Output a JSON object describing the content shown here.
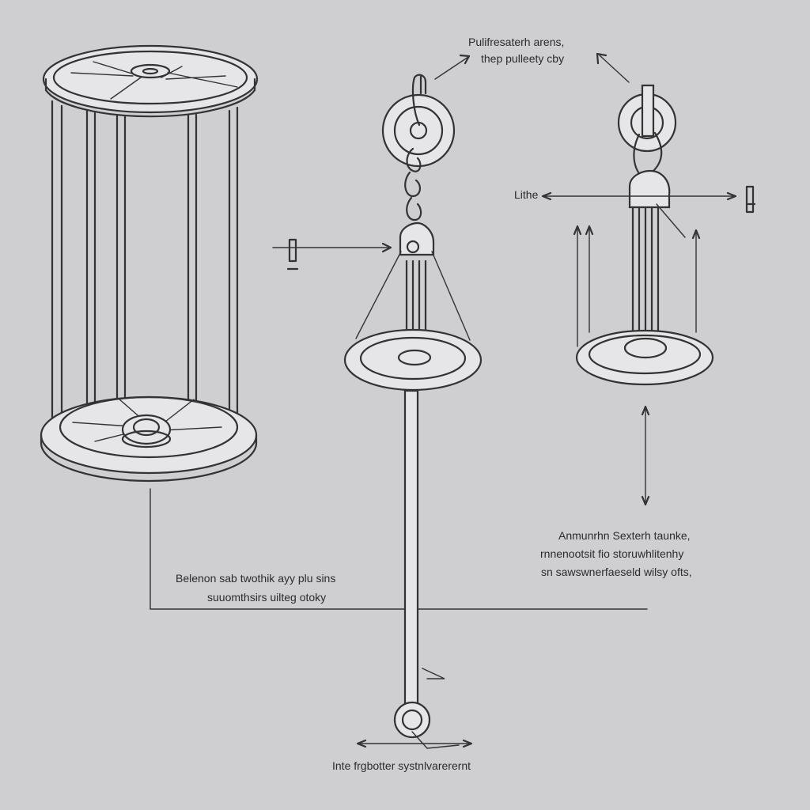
{
  "labels": {
    "top_callout_line1": "Pulifresaterh arens,",
    "top_callout_line2": "thep pulleety cby",
    "lithe": "Lithe",
    "left_callout_line1": "Belenon sab twothik ayy plu sins",
    "left_callout_line2": "suuomthsirs uilteg otoky",
    "right_callout_line1": "Anmunrhn Sexterh taunke,",
    "right_callout_line2": "rnnenootsit fio storuwhlitenhy",
    "right_callout_line3": "sn sawswnerfaeseld wilsy ofts,",
    "bottom_callout": "Inte frgbotter systnlvarerernt"
  },
  "colors": {
    "background": "#cfcfd1",
    "ink": "#333333",
    "paper": "#e6e6e8"
  }
}
